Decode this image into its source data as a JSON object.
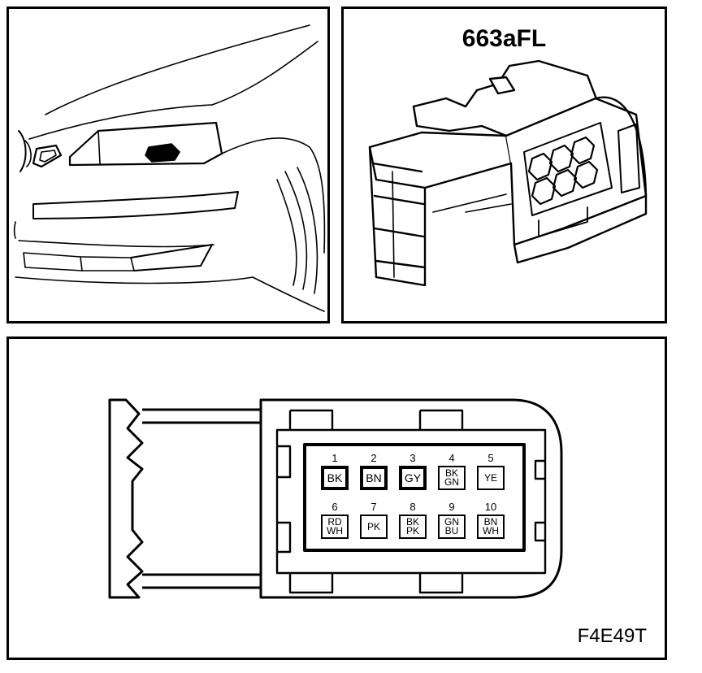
{
  "connector": {
    "title": "663aFL",
    "figure_code": "F4E49T"
  },
  "pinout": {
    "top_row": [
      {
        "number": "1",
        "wire": "BK",
        "emphasis": true
      },
      {
        "number": "2",
        "wire": "BN",
        "emphasis": true
      },
      {
        "number": "3",
        "wire": "GY",
        "emphasis": true
      },
      {
        "number": "4",
        "wire": "BK\nGN",
        "emphasis": false
      },
      {
        "number": "5",
        "wire": "YE",
        "emphasis": false
      }
    ],
    "bottom_row": [
      {
        "number": "6",
        "wire": "RD\nWH",
        "emphasis": false
      },
      {
        "number": "7",
        "wire": "PK",
        "emphasis": false
      },
      {
        "number": "8",
        "wire": "BK\nPK",
        "emphasis": false
      },
      {
        "number": "9",
        "wire": "GN\nBU",
        "emphasis": false
      },
      {
        "number": "10",
        "wire": "BN\nWH",
        "emphasis": false
      }
    ]
  }
}
